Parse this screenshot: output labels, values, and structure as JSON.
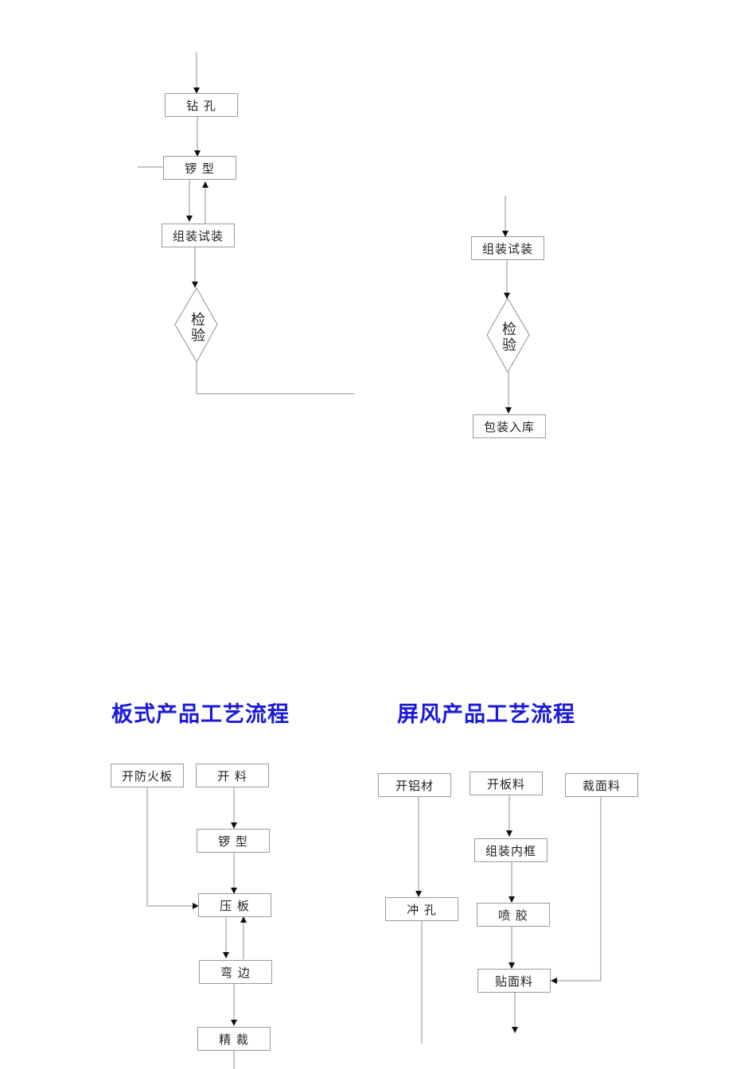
{
  "top_left_flow": {
    "drill": "钻 孔",
    "mill": "锣 型",
    "assemble": "组装试装",
    "inspect": "检 验"
  },
  "top_right_flow": {
    "assemble": "组装试装",
    "inspect": "检 验",
    "pack": "包装入库"
  },
  "panel_section": {
    "title": "板式产品工艺流程",
    "fireboard": "开防火板",
    "cut": "开 料",
    "mill": "锣 型",
    "press": "压 板",
    "edge": "弯 边",
    "trim": "精 裁"
  },
  "screen_section": {
    "title": "屏风产品工艺流程",
    "aluminum": "开铝材",
    "board": "开板料",
    "facing": "裁面料",
    "frame": "组装内框",
    "punch": "冲 孔",
    "glue": "喷 胶",
    "apply": "贴面料"
  }
}
